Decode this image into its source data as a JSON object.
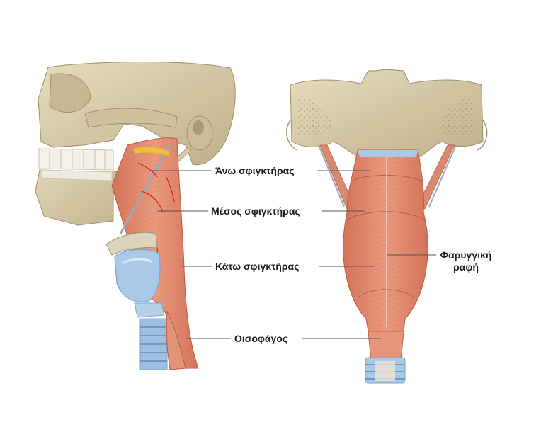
{
  "labels": {
    "upper_constrictor": "Άνω σφιγκτήρας",
    "middle_constrictor": "Μέσος σφιγκτήρας",
    "lower_constrictor": "Κάτω σφιγκτήρας",
    "esophagus": "Οισοφάγος",
    "pharyngeal_raphe_line1": "Φαρυγγική",
    "pharyngeal_raphe_line2": "ραφή"
  },
  "colors": {
    "bone": "#d9ccaa",
    "bone_shadow": "#b8a984",
    "muscle": "#e08a6c",
    "muscle_dark": "#c7664a",
    "cartilage": "#a9c9e6",
    "cartilage_dark": "#7ea6cb",
    "teeth": "#f4f1e8",
    "nerve": "#e8c23a",
    "vessel": "#cc1f24",
    "leader": "#555555"
  }
}
